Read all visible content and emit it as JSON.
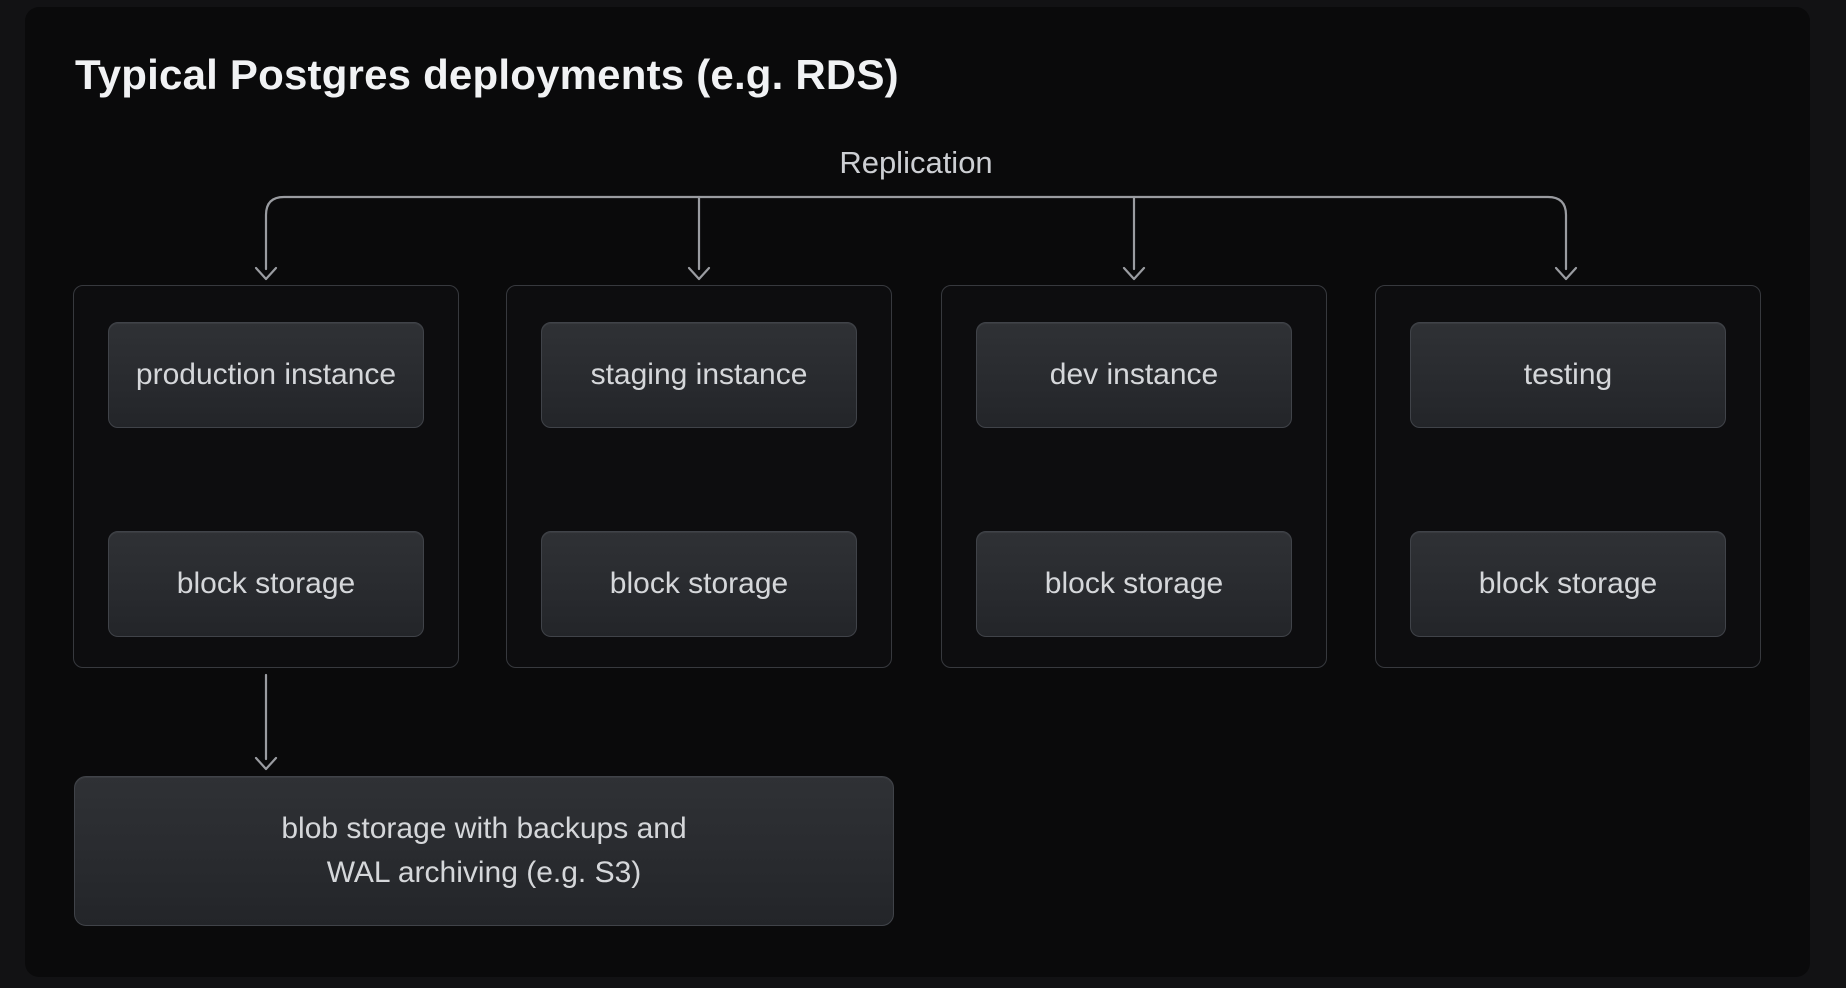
{
  "title": "Typical Postgres deployments (e.g. RDS)",
  "connector": {
    "label": "Replication"
  },
  "columns": [
    {
      "instance_label": "production instance",
      "storage_label": "block storage"
    },
    {
      "instance_label": "staging instance",
      "storage_label": "block storage"
    },
    {
      "instance_label": "dev instance",
      "storage_label": "block storage"
    },
    {
      "instance_label": "testing",
      "storage_label": "block storage"
    }
  ],
  "blob_storage": {
    "line1": "blob storage with backups and",
    "line2": "WAL archiving (e.g. S3)"
  },
  "colors": {
    "page_bg": "#121214",
    "canvas_bg": "#0a0a0b",
    "group_bg": "#0d0d0f",
    "group_border": "#37393e",
    "node_bg_top": "#2f3135",
    "node_bg_bottom": "#232529",
    "node_border": "#404349",
    "arrow": "#9a9ca1",
    "title_text": "#f1f2f4",
    "label_text": "#cdcfd3",
    "node_text": "#d5d7da"
  }
}
